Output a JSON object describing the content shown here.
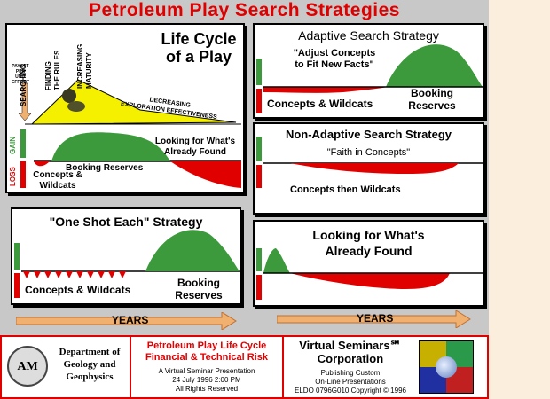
{
  "title": "Petroleum Play Search Strategies",
  "lifecycle": {
    "title_line1": "Life Cycle",
    "title_line2": "of a Play",
    "payoff_label": [
      "PAYOFF",
      "PER",
      "UNIT",
      "EFFORT"
    ],
    "stage_searching": "SEARCHING",
    "stage_finding": [
      "FINDING",
      "THE RULES"
    ],
    "stage_maturity": [
      "INCREASING",
      "MATURITY"
    ],
    "decreasing_line1": "DECREASING",
    "decreasing_line2": "EXPLORATION EFFECTIVENESS",
    "gain": "GAIN",
    "loss": "LOSS",
    "looking_line1": "Looking for What's",
    "looking_line2": "Already Found",
    "booking": "Booking Reserves",
    "concepts_line1": "Concepts &",
    "concepts_line2": "Wildcats"
  },
  "adaptive": {
    "title": "Adaptive Search Strategy",
    "quote_line1": "\"Adjust Concepts",
    "quote_line2": "to Fit New Facts\"",
    "concepts": "Concepts & Wildcats",
    "booking_line1": "Booking",
    "booking_line2": "Reserves"
  },
  "nonadaptive": {
    "title": "Non-Adaptive Search Strategy",
    "quote": "\"Faith in Concepts\"",
    "concepts": "Concepts then Wildcats"
  },
  "oneshot": {
    "title": "\"One Shot Each\" Strategy",
    "concepts": "Concepts & Wildcats",
    "booking_line1": "Booking",
    "booking_line2": "Reserves"
  },
  "looking": {
    "title_line1": "Looking for What's",
    "title_line2": "Already Found"
  },
  "years_label": "YEARS",
  "footer": {
    "dept_logo": "AM",
    "dept_line1": "Department of",
    "dept_line2": "Geology and",
    "dept_line3": "Geophysics",
    "course_line1": "Petroleum Play Life Cycle",
    "course_line2": "Financial & Technical Risk",
    "course_line3": "A Virtual Seminar Presentation",
    "course_line4": "24 July 1996  2:00 PM",
    "course_line5": "All Rights Reserved",
    "corp_line1": "Virtual Seminars℠",
    "corp_line2": "Corporation",
    "corp_line3": "Publishing Custom",
    "corp_line4": "On-Line Presentations",
    "corp_line5": "ELDO 0796G010 Copyright © 1996"
  },
  "colors": {
    "gain": "#3c9a3c",
    "loss": "#e00000",
    "yellow": "#f5f000",
    "title": "#e00000",
    "arrow": "#f0b070"
  }
}
